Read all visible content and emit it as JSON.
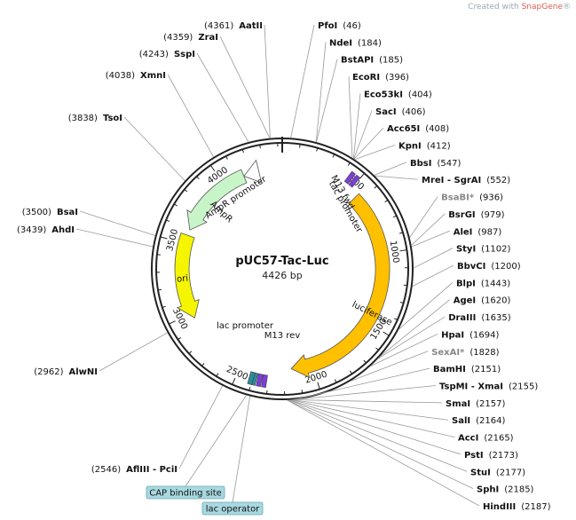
{
  "watermark": {
    "prefix": "Created with ",
    "brand": "SnapGene",
    "suffix": "®"
  },
  "plasmid": {
    "name": "pUC57-Tac-Luc",
    "size_label": "4426 bp",
    "length": 4426
  },
  "ticks": [
    {
      "pos": 500,
      "label": "500"
    },
    {
      "pos": 1000,
      "label": "1000"
    },
    {
      "pos": 1500,
      "label": "1500"
    },
    {
      "pos": 2000,
      "label": "2000"
    },
    {
      "pos": 2500,
      "label": "2500"
    },
    {
      "pos": 3000,
      "label": "3000"
    },
    {
      "pos": 3500,
      "label": "3500"
    },
    {
      "pos": 4000,
      "label": "4000"
    }
  ],
  "features": [
    {
      "name": "luciferase",
      "label": "luciferase",
      "start": 560,
      "end": 2150,
      "color": "#ffc000",
      "type": "arrow-cw"
    },
    {
      "name": "ori",
      "label": "ori",
      "start": 2960,
      "end": 3560,
      "color": "#f5f500",
      "type": "arrow-ccw"
    },
    {
      "name": "AmpR",
      "label": "AmpR",
      "start": 3600,
      "end": 4150,
      "color": "#c8f5c8",
      "type": "arrow-ccw"
    },
    {
      "name": "AmpR promoter",
      "label": "AmpR promoter",
      "start": 4150,
      "end": 4260,
      "color": "#ffffff",
      "type": "arrow-ccw"
    },
    {
      "name": "tac promoter",
      "label": "tac promoter",
      "start": 470,
      "end": 500,
      "color": "#7b3fd6",
      "type": "small"
    },
    {
      "name": "M13 fwd",
      "label": "M13 fwd",
      "start": 440,
      "end": 460,
      "color": "#7b3fd6",
      "type": "small"
    },
    {
      "name": "lac promoter",
      "label": "lac promoter",
      "start": 2340,
      "end": 2370,
      "color": "#7b3fd6",
      "type": "small"
    },
    {
      "name": "M13 rev",
      "label": "M13 rev",
      "start": 2315,
      "end": 2332,
      "color": "#7b3fd6",
      "type": "small"
    },
    {
      "name": "lac operator",
      "label": "lac operator",
      "start": 2380,
      "end": 2395,
      "color": "#2e8b9a",
      "type": "small"
    },
    {
      "name": "CAP binding site",
      "label": "CAP binding site",
      "start": 2400,
      "end": 2415,
      "color": "#2e8b9a",
      "type": "small"
    }
  ],
  "sites": [
    {
      "name": "PfoI",
      "pos": "(46)",
      "loc": 46,
      "side": "R",
      "gray": false
    },
    {
      "name": "NdeI",
      "pos": "(184)",
      "loc": 184,
      "side": "R",
      "gray": false
    },
    {
      "name": "BstAPI",
      "pos": "(185)",
      "loc": 185,
      "side": "R",
      "gray": false
    },
    {
      "name": "EcoRI",
      "pos": "(396)",
      "loc": 396,
      "side": "R",
      "gray": false
    },
    {
      "name": "Eco53kI",
      "pos": "(404)",
      "loc": 404,
      "side": "R",
      "gray": false
    },
    {
      "name": "SacI",
      "pos": "(406)",
      "loc": 406,
      "side": "R",
      "gray": false
    },
    {
      "name": "Acc65I",
      "pos": "(408)",
      "loc": 408,
      "side": "R",
      "gray": false
    },
    {
      "name": "KpnI",
      "pos": "(412)",
      "loc": 412,
      "side": "R",
      "gray": false
    },
    {
      "name": "BbsI",
      "pos": "(547)",
      "loc": 547,
      "side": "R",
      "gray": false
    },
    {
      "name": "MreI - SgrAI",
      "pos": "(552)",
      "loc": 552,
      "side": "R",
      "gray": false
    },
    {
      "name": "BsaBI*",
      "pos": "(936)",
      "loc": 936,
      "side": "R",
      "gray": true
    },
    {
      "name": "BsrGI",
      "pos": "(979)",
      "loc": 979,
      "side": "R",
      "gray": false
    },
    {
      "name": "AleI",
      "pos": "(987)",
      "loc": 987,
      "side": "R",
      "gray": false
    },
    {
      "name": "StyI",
      "pos": "(1102)",
      "loc": 1102,
      "side": "R",
      "gray": false
    },
    {
      "name": "BbvCI",
      "pos": "(1200)",
      "loc": 1200,
      "side": "R",
      "gray": false
    },
    {
      "name": "BlpI",
      "pos": "(1443)",
      "loc": 1443,
      "side": "R",
      "gray": false
    },
    {
      "name": "AgeI",
      "pos": "(1620)",
      "loc": 1620,
      "side": "R",
      "gray": false
    },
    {
      "name": "DraIII",
      "pos": "(1635)",
      "loc": 1635,
      "side": "R",
      "gray": false
    },
    {
      "name": "HpaI",
      "pos": "(1694)",
      "loc": 1694,
      "side": "R",
      "gray": false
    },
    {
      "name": "SexAI*",
      "pos": "(1828)",
      "loc": 1828,
      "side": "R",
      "gray": true
    },
    {
      "name": "BamHI",
      "pos": "(2151)",
      "loc": 2151,
      "side": "R",
      "gray": false
    },
    {
      "name": "TspMI - XmaI",
      "pos": "(2155)",
      "loc": 2155,
      "side": "R",
      "gray": false
    },
    {
      "name": "SmaI",
      "pos": "(2157)",
      "loc": 2157,
      "side": "R",
      "gray": false
    },
    {
      "name": "SalI",
      "pos": "(2164)",
      "loc": 2164,
      "side": "R",
      "gray": false
    },
    {
      "name": "AccI",
      "pos": "(2165)",
      "loc": 2165,
      "side": "R",
      "gray": false
    },
    {
      "name": "PstI",
      "pos": "(2173)",
      "loc": 2173,
      "side": "R",
      "gray": false
    },
    {
      "name": "StuI",
      "pos": "(2177)",
      "loc": 2177,
      "side": "R",
      "gray": false
    },
    {
      "name": "SphI",
      "pos": "(2185)",
      "loc": 2185,
      "side": "R",
      "gray": false
    },
    {
      "name": "HindIII",
      "pos": "(2187)",
      "loc": 2187,
      "side": "R",
      "gray": false
    },
    {
      "name": "AatII",
      "pos": "(4361)",
      "loc": 4361,
      "side": "L",
      "gray": false
    },
    {
      "name": "ZraI",
      "pos": "(4359)",
      "loc": 4359,
      "side": "L",
      "gray": false
    },
    {
      "name": "SspI",
      "pos": "(4243)",
      "loc": 4243,
      "side": "L",
      "gray": false
    },
    {
      "name": "XmnI",
      "pos": "(4038)",
      "loc": 4038,
      "side": "L",
      "gray": false
    },
    {
      "name": "TsoI",
      "pos": "(3838)",
      "loc": 3838,
      "side": "L",
      "gray": false
    },
    {
      "name": "BsaI",
      "pos": "(3500)",
      "loc": 3500,
      "side": "L",
      "gray": false
    },
    {
      "name": "AhdI",
      "pos": "(3439)",
      "loc": 3439,
      "side": "L",
      "gray": false
    },
    {
      "name": "AlwNI",
      "pos": "(2962)",
      "loc": 2962,
      "side": "L",
      "gray": false
    },
    {
      "name": "AflIII - PciI",
      "pos": "(2546)",
      "loc": 2546,
      "side": "L",
      "gray": false
    }
  ],
  "boxed_labels": [
    {
      "label": "CAP binding site",
      "feature": "CAP binding site"
    },
    {
      "label": "lac operator",
      "feature": "lac operator"
    }
  ]
}
